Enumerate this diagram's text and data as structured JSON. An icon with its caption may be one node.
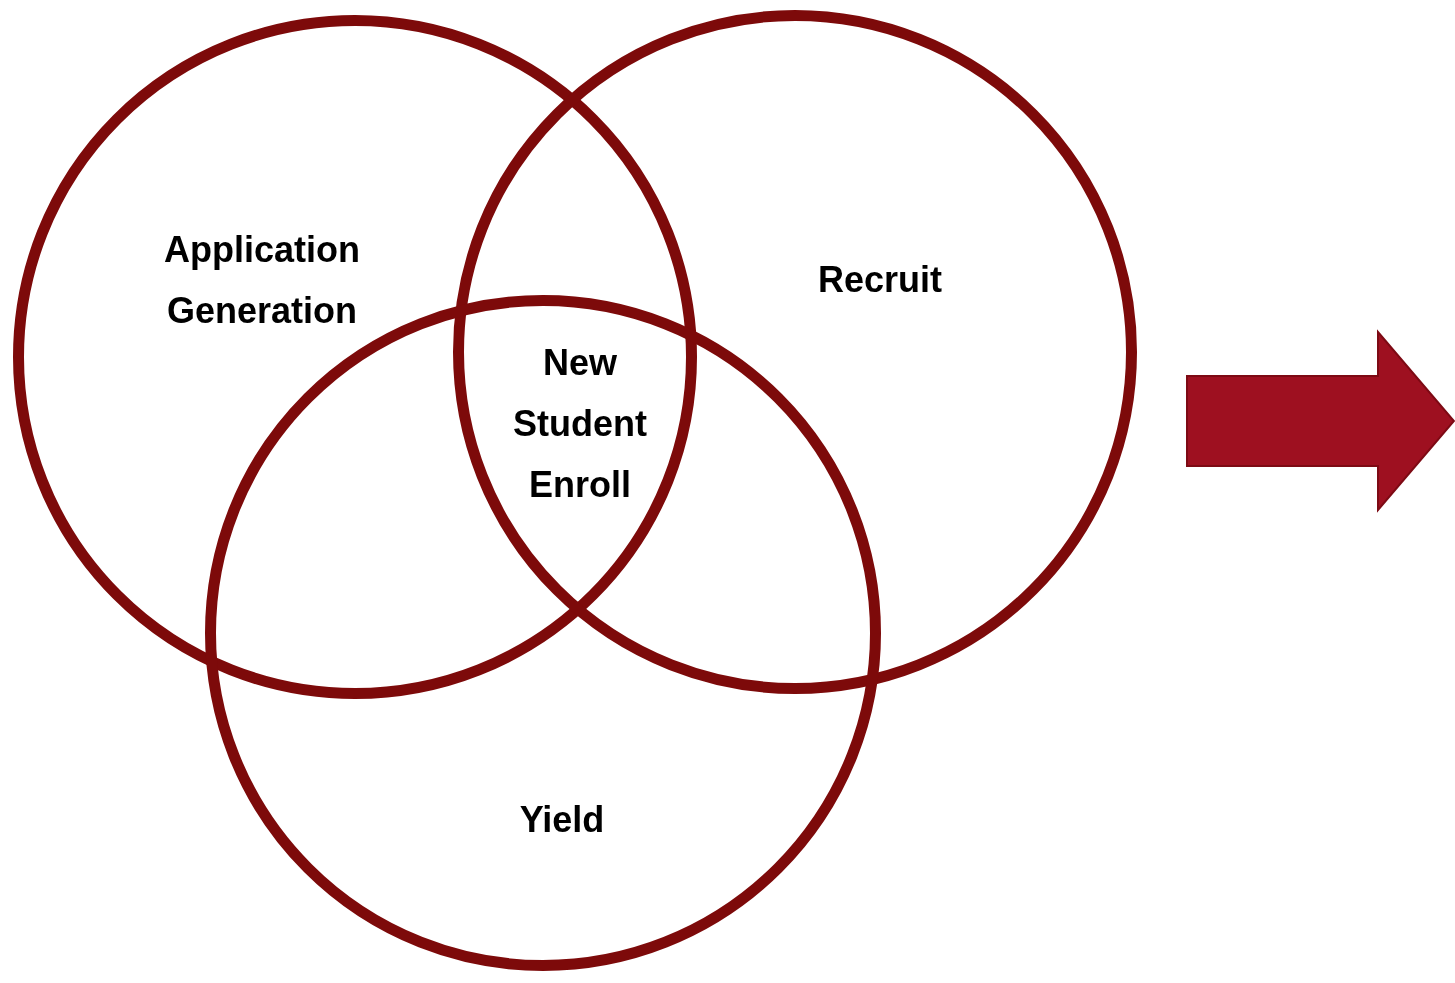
{
  "diagram": {
    "nodes": [
      {
        "text": [
          "Application Generation"
        ]
      },
      {
        "text": [
          "Recruit"
        ]
      },
      {
        "text": [
          "Yield"
        ]
      }
    ],
    "labels": [
      "New Student Enroll"
    ]
  }
}
